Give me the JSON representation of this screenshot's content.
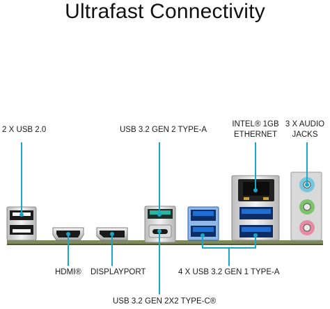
{
  "header": {
    "title": "Ultrafast Connectivity"
  },
  "labels": {
    "usb2": "2 X USB 2.0",
    "usb32gen2": "USB 3.2 GEN 2 TYPE-A",
    "ethernet_line1": "INTEL® 1GB",
    "ethernet_line2": "ETHERNET",
    "audio_line1": "3 X AUDIO",
    "audio_line2": "JACKS",
    "hdmi": "HDMI®",
    "displayport": "DISPLAYPORT",
    "usb32gen1": "4 X USB 3.2 GEN 1 TYPE-A",
    "typec": "USB 3.2 GEN 2X2 TYPE-C®"
  },
  "colors": {
    "accent_line": "#19a7c5",
    "board": "#7e8a5c",
    "usb3_blue": "#1d6fd6",
    "usb_gen2_teal": "#27b7a1",
    "audio_blue": "#79c6e0",
    "audio_green": "#7cc36a",
    "audio_pink": "#e68aa6"
  }
}
